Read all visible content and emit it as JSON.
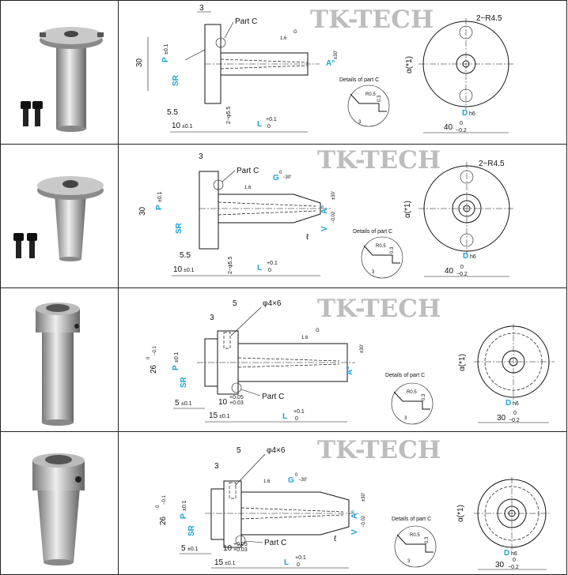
{
  "watermark": "TK-TECH",
  "rows": [
    {
      "id": "row1",
      "labels": {
        "top3": "3",
        "partC": "Part C",
        "r45": "2−R4.5",
        "h30": "30",
        "p": "P",
        "p_tol": "±0.1",
        "sr": "SR",
        "sq16": "1.6",
        "g": "G",
        "a": "A°",
        "a_tol": "±30'",
        "alpha": "α(*1)",
        "details": "Details of part C",
        "r05": "R0.5",
        "d03": "0.3",
        "d3": "3",
        "d55": "5.5",
        "phi55": "2−φ5.5",
        "d10": "10",
        "d10_tol": "±0.1",
        "l": "L",
        "l_tol_up": "+0.1",
        "l_tol_dn": "0",
        "dh6": "D",
        "h6": "h6",
        "d40": "40",
        "d40_up": "0",
        "d40_dn": "−0.2"
      }
    },
    {
      "id": "row2",
      "labels": {
        "top3": "3",
        "partC": "Part C",
        "r45": "2−R4.5",
        "h30": "30",
        "p": "P",
        "p_tol": "±0.1",
        "sr": "SR",
        "sq16": "1.6",
        "g": "G",
        "g_tol_up": "0",
        "g_tol_dn": "−30'",
        "a": "A°",
        "a_tol": "±30'",
        "v": "V",
        "v_tol": "−0.02",
        "el": "ℓ",
        "alpha": "α(*1)",
        "details": "Details of part C",
        "r05": "R0.5",
        "d03": "0.3",
        "d3": "3",
        "d55": "5.5",
        "phi55": "2−φ5.5",
        "d10": "10",
        "d10_tol": "±0.1",
        "l": "L",
        "l_tol_up": "+0.1",
        "l_tol_dn": "0",
        "dh6": "D",
        "h6": "h6",
        "d40": "40",
        "d40_up": "0",
        "d40_dn": "−0.2"
      }
    },
    {
      "id": "row3",
      "labels": {
        "top5": "5",
        "top3": "3",
        "phi46": "φ4×6",
        "h26": "26",
        "h26_up": "0",
        "h26_dn": "−0.1",
        "p": "P",
        "p_tol": "±0.1",
        "sr": "SR",
        "sq16": "1.6",
        "g": "G",
        "a": "A°",
        "a_tol": "±30'",
        "alpha": "α(*1)",
        "partC": "Part C",
        "details": "Details of part C",
        "r05": "R0.5",
        "d03": "0.3",
        "d3": "3",
        "d5": "5",
        "d5_tol": "±0.1",
        "d10": "10",
        "d10_up": "+0.05",
        "d10_dn": "+0.03",
        "d15": "15",
        "d15_tol": "±0.1",
        "l": "L",
        "l_tol_up": "+0.1",
        "l_tol_dn": "0",
        "dh6": "D",
        "h6": "h6",
        "d30": "30",
        "d30_up": "0",
        "d30_dn": "−0.2"
      }
    },
    {
      "id": "row4",
      "labels": {
        "top5": "5",
        "top3": "3",
        "phi46": "φ4×6",
        "h26": "26",
        "h26_up": "0",
        "h26_dn": "−0.1",
        "p": "P",
        "p_tol": "±0.1",
        "sr": "SR",
        "sq16": "1.6",
        "g": "G",
        "g_tol_up": "0",
        "g_tol_dn": "−30'",
        "a": "A°",
        "a_tol": "±30'",
        "v": "V",
        "v_tol": "−0.02",
        "el": "ℓ",
        "alpha": "α(*1)",
        "partC": "Part C",
        "details": "Details of part C",
        "r05": "R0.5",
        "d03": "0.3",
        "d3": "3",
        "d5": "5",
        "d5_tol": "±0.1",
        "d10": "10",
        "d10_up": "+0.05",
        "d10_dn": "+0.03",
        "d15": "15",
        "d15_tol": "±0.1",
        "l": "L",
        "l_tol_up": "+0.1",
        "l_tol_dn": "0",
        "dh6": "D",
        "h6": "h6",
        "d30": "30",
        "d30_up": "0",
        "d30_dn": "−0.2"
      }
    }
  ]
}
